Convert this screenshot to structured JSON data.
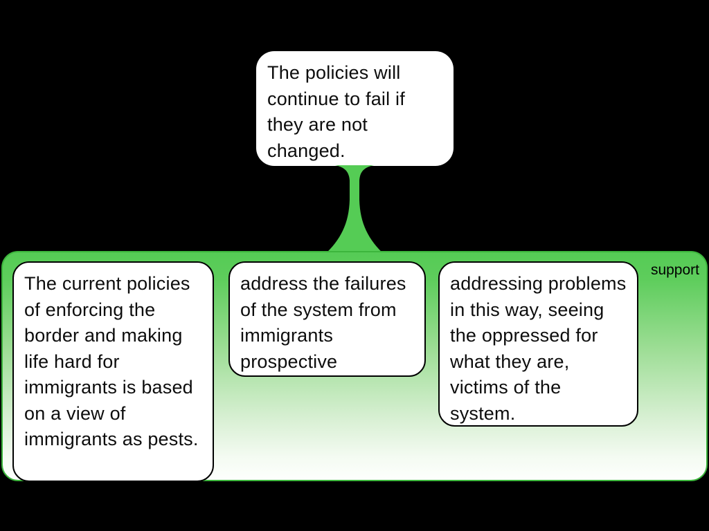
{
  "page": {
    "background": "#000000"
  },
  "root_node": {
    "text": "The policies will continue to fail if they are not changed."
  },
  "connector": {
    "type": "support-stem",
    "color": "#55cc55"
  },
  "support_group": {
    "label": "support",
    "fill_top": "#55cb55",
    "fill_bottom": "#fdfffd",
    "border_color": "#3cb53c",
    "children": [
      {
        "text": "The current policies of enforcing the border and making life hard for immigrants is based on a view of immigrants as pests."
      },
      {
        "text": "address the failures of the system from immigrants prospective"
      },
      {
        "text": "addressing problems in this way, seeing the oppressed for what they are, victims of the system."
      }
    ]
  }
}
